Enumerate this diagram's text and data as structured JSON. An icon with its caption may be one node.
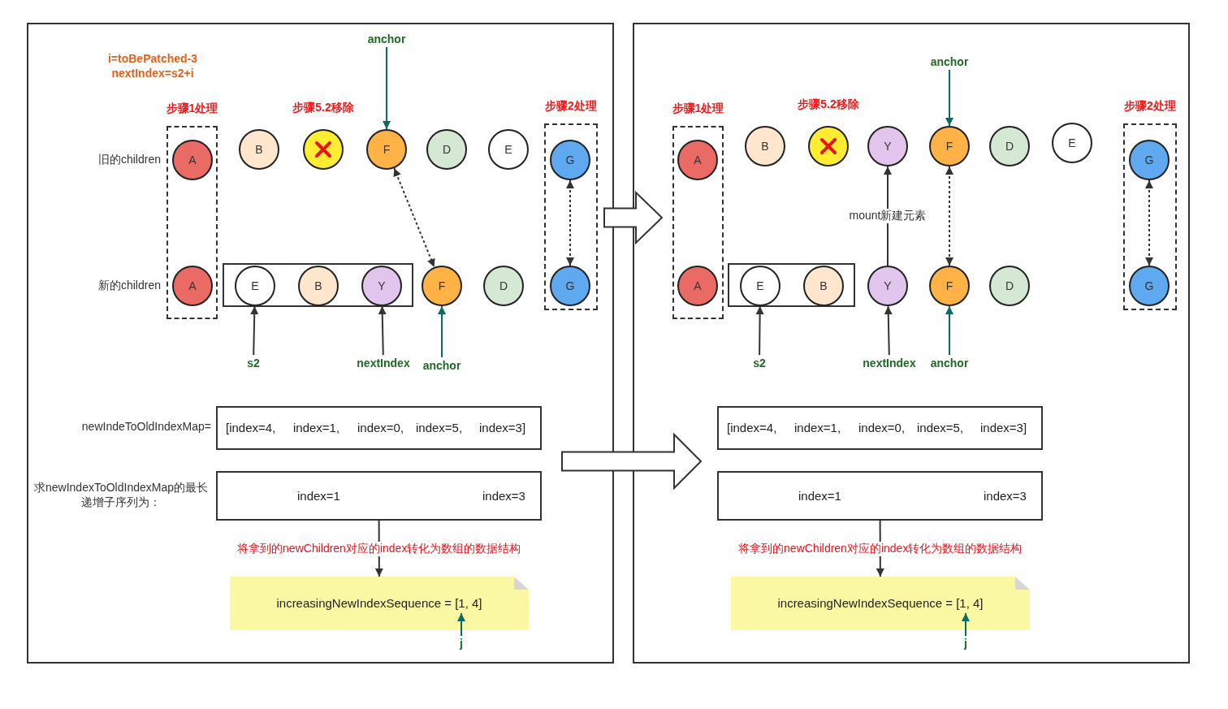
{
  "diagram": {
    "nodes": [
      {
        "text": [],
        "shape": "box"
      },
      {
        "text": [],
        "shape": "box"
      },
      {
        "text": [
          "anchor"
        ],
        "in": 0
      },
      {
        "text": [
          "步骤1处理"
        ],
        "in": 0
      },
      {
        "text": [
          "A"
        ],
        "in": 3
      },
      {
        "text": [
          "A"
        ],
        "in": 3
      },
      {
        "text": [
          "B"
        ],
        "in": 0
      },
      {
        "text": [],
        "shape": "circle",
        "in": 0
      },
      {
        "text": [
          "F"
        ],
        "in": 0
      },
      {
        "text": [
          "D"
        ],
        "in": 0
      },
      {
        "text": [
          "E"
        ],
        "in": 0
      },
      {
        "text": [
          "步骤2处理"
        ],
        "in": 0
      },
      {
        "text": [
          "G"
        ],
        "in": 11
      },
      {
        "text": [
          "G"
        ],
        "in": 11
      },
      {
        "text": [],
        "shape": "box",
        "in": 0
      },
      {
        "text": [
          "E"
        ],
        "in": 14
      },
      {
        "text": [
          "B"
        ],
        "in": 14
      },
      {
        "text": [
          "Y"
        ],
        "in": 14
      },
      {
        "text": [
          "F"
        ],
        "in": 0
      },
      {
        "text": [
          "D"
        ],
        "in": 0
      },
      {
        "text": [
          "s2"
        ],
        "in": 0
      },
      {
        "text": [
          "nextIndex"
        ],
        "in": 0
      },
      {
        "text": [
          "anchor"
        ],
        "in": 0
      },
      {
        "text": [
          "[index=4,",
          "index=1,",
          "index=0,",
          "index=5,",
          "index=3]"
        ],
        "in": 0,
        "beside": [
          "newIndeToOldIndexMap="
        ]
      },
      {
        "text": [
          "index=1",
          "index=3"
        ],
        "in": 0,
        "beside": [
          "求newIndexToOldIndexMap的最长递增子序列为："
        ]
      },
      {
        "text": [
          "increasingNewIndexSequence = [1, 4]"
        ],
        "in": 0
      },
      {
        "text": [
          "j"
        ],
        "in": 0
      },
      {
        "text": [
          "anchor"
        ],
        "in": 1
      },
      {
        "text": [
          "步骤1处理"
        ],
        "in": 1
      },
      {
        "text": [
          "A"
        ],
        "in": 28
      },
      {
        "text": [
          "A"
        ],
        "in": 28
      },
      {
        "text": [
          "B"
        ],
        "in": 1
      },
      {
        "text": [],
        "shape": "circle",
        "in": 1
      },
      {
        "text": [
          "Y"
        ],
        "in": 1
      },
      {
        "text": [
          "F"
        ],
        "in": 1
      },
      {
        "text": [
          "D"
        ],
        "in": 1
      },
      {
        "text": [
          "E"
        ],
        "in": 1
      },
      {
        "text": [
          "步骤2处理"
        ],
        "in": 1
      },
      {
        "text": [
          "G"
        ],
        "in": 37
      },
      {
        "text": [
          "G"
        ],
        "in": 37
      },
      {
        "text": [],
        "shape": "box",
        "in": 1
      },
      {
        "text": [
          "E"
        ],
        "in": 40
      },
      {
        "text": [
          "B"
        ],
        "in": 40
      },
      {
        "text": [
          "Y"
        ],
        "in": 1
      },
      {
        "text": [
          "F"
        ],
        "in": 1
      },
      {
        "text": [
          "D"
        ],
        "in": 1
      },
      {
        "text": [
          "s2"
        ],
        "in": 1
      },
      {
        "text": [
          "nextIndex"
        ],
        "in": 1
      },
      {
        "text": [
          "anchor"
        ],
        "in": 1
      },
      {
        "text": [
          "[index=4,",
          "index=1,",
          "index=0,",
          "index=5,",
          "index=3]"
        ],
        "in": 1
      },
      {
        "text": [
          "index=1",
          "index=3"
        ],
        "in": 1
      },
      {
        "text": [
          "increasingNewIndexSequence = [1, 4]"
        ],
        "in": 1
      },
      {
        "text": [
          "j"
        ],
        "in": 1
      }
    ],
    "edges": [
      {
        "from": 2,
        "to": 8,
        "arrow": "to",
        "color": "#0b6b62"
      },
      {
        "from": 8,
        "to": 18,
        "arrow": "both",
        "style": "dashed"
      },
      {
        "from": 12,
        "to": 13,
        "arrow": "both",
        "style": "dashed"
      },
      {
        "from": 20,
        "to": 15,
        "arrow": "to"
      },
      {
        "from": 21,
        "to": 17,
        "arrow": "to"
      },
      {
        "from": 22,
        "to": 18,
        "arrow": "to",
        "color": "#0b6b62"
      },
      {
        "from": 24,
        "to": 25,
        "arrow": "to",
        "label": "将拿到的newChildren对应的index转化为数组的数据结构"
      },
      {
        "from": 26,
        "to": 25,
        "arrow": "to",
        "color": "#0b6b62"
      },
      {
        "from": 0,
        "to": 1,
        "arrow": "to",
        "style": "thick"
      },
      {
        "from": 0,
        "to": 1,
        "arrow": "to",
        "style": "thick"
      },
      {
        "from": 27,
        "to": 34,
        "arrow": "to",
        "color": "#0b6b62"
      },
      {
        "from": 43,
        "to": 33,
        "arrow": "to",
        "label": "mount新建元素"
      },
      {
        "from": 34,
        "to": 44,
        "arrow": "both",
        "style": "dashed"
      },
      {
        "from": 38,
        "to": 39,
        "arrow": "both",
        "style": "dashed"
      },
      {
        "from": 46,
        "to": 41,
        "arrow": "to"
      },
      {
        "from": 47,
        "to": 43,
        "arrow": "to"
      },
      {
        "from": 48,
        "to": 44,
        "arrow": "to",
        "color": "#0b6b62"
      },
      {
        "from": 50,
        "to": 51,
        "arrow": "to",
        "label": "将拿到的newChildren对应的index转化为数组的数据结构"
      },
      {
        "from": 52,
        "to": 51,
        "arrow": "to",
        "color": "#0b6b62"
      }
    ],
    "labels": [
      "i=toBePatched-3",
      "nextIndex=s2+i",
      "步骤5.2移除",
      "旧的children",
      "新的children",
      "步骤5.2移除"
    ]
  }
}
